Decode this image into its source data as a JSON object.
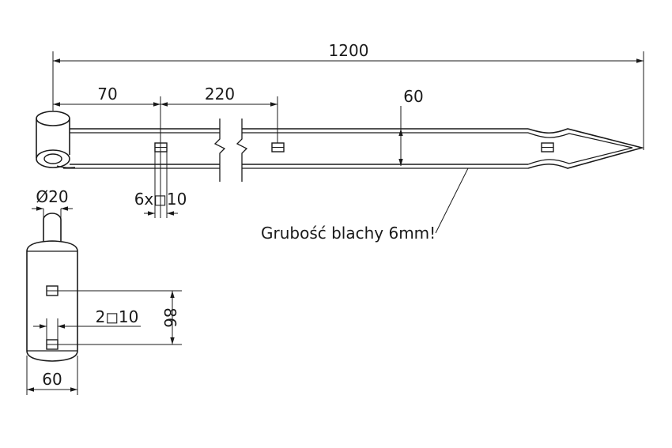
{
  "drawing": {
    "dimensions": {
      "total_length": "1200",
      "first_hole_offset": "70",
      "hole_spacing": "220",
      "strap_width": "60",
      "holes_spec": "6x◻10",
      "pin_diameter": "Ø20",
      "side_holes_spec": "2◻10",
      "side_hole_spacing": "86",
      "side_width": "60"
    },
    "note": "Grubość blachy 6mm!"
  }
}
